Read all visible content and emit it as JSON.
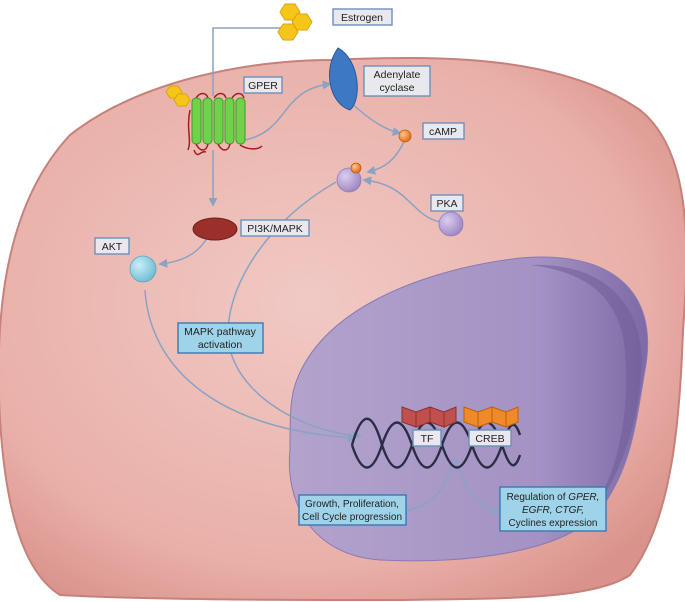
{
  "labels": {
    "estrogen": "Estrogen",
    "gper": "GPER",
    "adenylate_line1": "Adenylate",
    "adenylate_line2": "cyclase",
    "camp": "cAMP",
    "pka": "PKA",
    "pi3k_mapk": "PI3K/MAPK",
    "akt": "AKT",
    "mapk_line1": "MAPK pathway",
    "mapk_line2": "activation",
    "tf": "TF",
    "creb": "CREB",
    "growth_line1": "Growth, Proliferation,",
    "growth_line2": "Cell Cycle progression",
    "regulation_line1_prefix": "Regulation of ",
    "regulation_line1_italic": "GPER,",
    "regulation_line2_italic": "EGFR, CTGF,",
    "regulation_line3": "Cyclines expression"
  },
  "colors": {
    "cell": "#e9b3ac",
    "nucleus": "#a596c4",
    "estrogen": "#f6c51a",
    "gper_helix": "#6fd24a",
    "adenylate_cyclase": "#3c78c4",
    "camp": "#f08a28",
    "pka": "#b9a3d8",
    "pi3k": "#9b2f2a",
    "akt": "#8fd3e6",
    "tf": "#c0504d",
    "creb": "#f08a28",
    "dna": "#2c2c44"
  },
  "icons": [
    "estrogen-hexagon-icon",
    "gper-receptor-icon",
    "adenylate-cyclase-icon",
    "camp-icon",
    "pka-icon",
    "pi3k-mapk-icon",
    "akt-icon",
    "dna-helix-icon",
    "tf-icon",
    "creb-icon"
  ]
}
